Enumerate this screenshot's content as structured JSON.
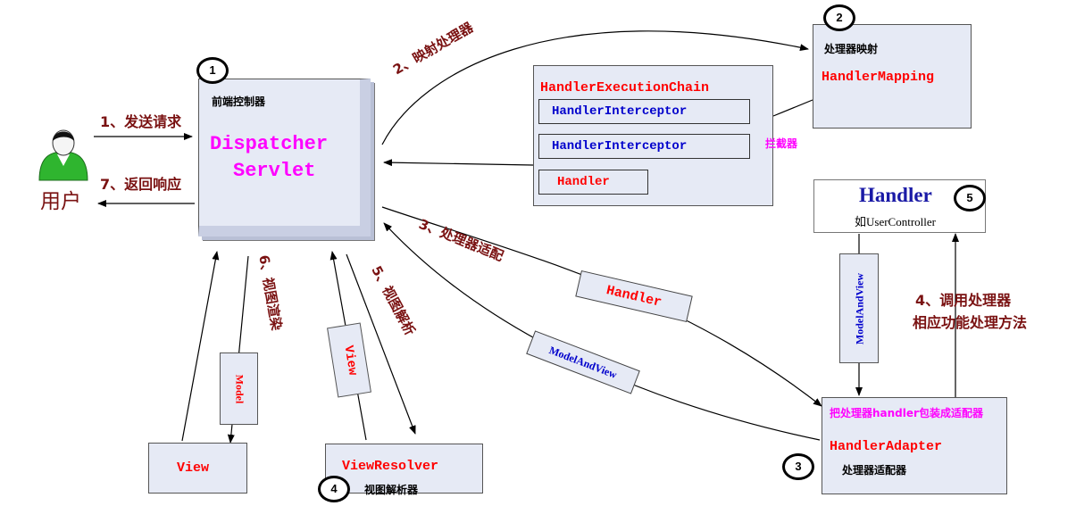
{
  "user": {
    "label": "用户"
  },
  "dispatcher": {
    "caption": "前端控制器",
    "line1": "Dispatcher",
    "line2": "Servlet",
    "badge": "1"
  },
  "mapping": {
    "caption": "处理器映射",
    "name": "HandlerMapping",
    "badge": "2"
  },
  "chain": {
    "title": "HandlerExecutionChain",
    "interceptor1": "HandlerInterceptor",
    "interceptor2": "HandlerInterceptor",
    "handler": "Handler",
    "note": "拦截器"
  },
  "handler_box": {
    "title": "Handler",
    "subtitle": "如UserController",
    "badge": "5"
  },
  "adapter": {
    "wrap_note": "把处理器handler包装成适配器",
    "name": "HandlerAdapter",
    "caption": "处理器适配器",
    "badge": "3"
  },
  "view_box": {
    "name": "View"
  },
  "resolver": {
    "name": "ViewResolver",
    "caption": "视图解析器",
    "badge": "4"
  },
  "steps": {
    "s1": "1、发送请求",
    "s2": "2、映射处理器",
    "s3": "3、处理器适配",
    "s4_line1": "4、调用处理器",
    "s4_line2": "相应功能处理方法",
    "s5": "5、视图解析",
    "s6": "6、视图渲染",
    "s7": "7、返回响应"
  },
  "tags": {
    "handler": "Handler",
    "model_and_view_1": "ModelAndView",
    "model_and_view_2": "ModelAndView",
    "view": "View",
    "model": "Model"
  }
}
